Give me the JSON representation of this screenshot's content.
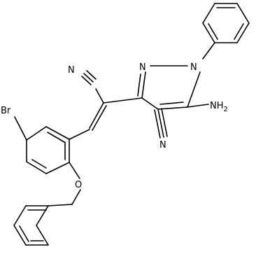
{
  "molecule": {
    "labels": {
      "br": "Br",
      "o": "O",
      "n1": "N",
      "n2": "N",
      "cn_upper": "N",
      "cn_lower": "N",
      "amino": "NH",
      "amino_sub": "2"
    }
  },
  "colors": {
    "bond": "#000000",
    "text": "#000000",
    "background": "#ffffff"
  }
}
